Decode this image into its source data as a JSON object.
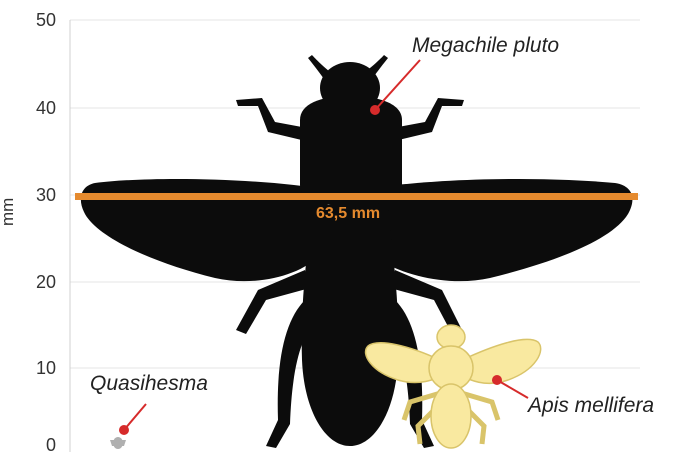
{
  "axis": {
    "label": "mm",
    "ticks": [
      "0",
      "10",
      "20",
      "30",
      "40",
      "50"
    ]
  },
  "labels": {
    "large_bee": "Megachile pluto",
    "honey_bee": "Apis mellifera",
    "small_bee": "Quasihesma"
  },
  "measurement": {
    "text": "63,5 mm",
    "color": "#E58A2E"
  },
  "colors": {
    "silhouette": "#0c0c0c",
    "honey_bee_fill": "#F9E9A0",
    "honey_bee_stroke": "#D9C46A",
    "pointer": "#D62B2B",
    "gridline": "#e6e6e6"
  }
}
